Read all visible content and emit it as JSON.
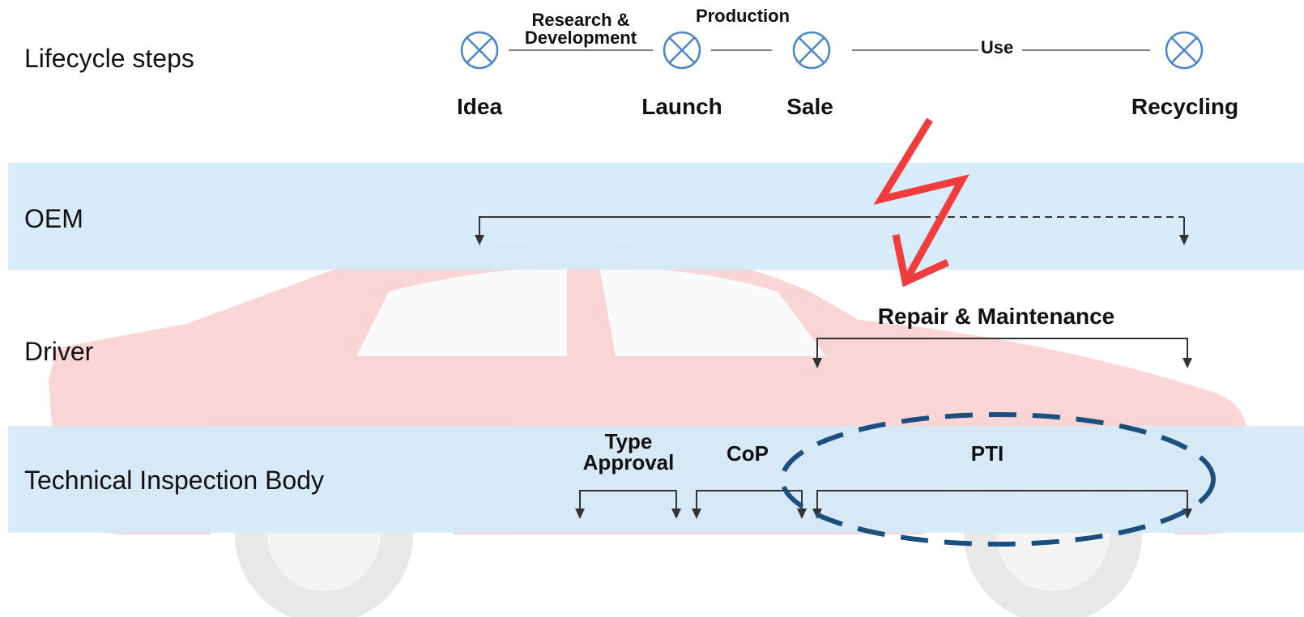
{
  "rows": {
    "lifecycle": "Lifecycle steps",
    "oem": "OEM",
    "driver": "Driver",
    "tib": "Technical Inspection Body"
  },
  "milestones": {
    "idea": "Idea",
    "launch": "Launch",
    "sale": "Sale",
    "recycling": "Recycling"
  },
  "phases": {
    "rd_line1": "Research &",
    "rd_line2": "Development",
    "production": "Production",
    "use": "Use"
  },
  "activities": {
    "repair": "Repair & Maintenance",
    "type_line1": "Type",
    "type_line2": "Approval",
    "cop": "CoP",
    "pti": "PTI"
  },
  "colors": {
    "band": "#d6eaf8",
    "milestone_icon": "#4a86c8",
    "lightning": "#f03c3c",
    "pti_ellipse": "#1b4f7e",
    "bracket": "#333333"
  }
}
